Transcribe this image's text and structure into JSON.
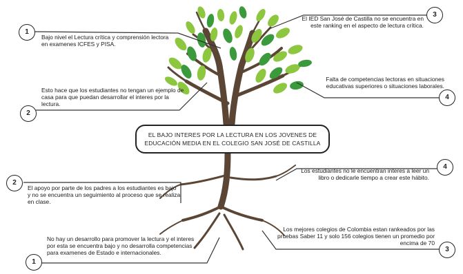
{
  "central_topic": "EL BAJO INTERES POR LA LECTURA EN LOS JOVENES DE EDUCACIÓN MEDIA EN EL COLEGIO SAN JOSÉ DE CASTILLA",
  "branches": [
    {
      "number": "1",
      "text": "Bajo nivel el Lectura crítica y comprensión lectora en examenes ICFES y PISA."
    },
    {
      "number": "2",
      "text": "Esto hace que los estudiantes no tengan un ejemplo de casa para que puedan desarrollar el interes por la lectura."
    },
    {
      "number": "3",
      "text": "El IED San José de Castilla no se encuentra en este ranking en el aspecto de lectura crítica."
    },
    {
      "number": "4",
      "text": "Falta de competencias lectoras en situaciones educativas superiores o situaciones laborales."
    }
  ],
  "roots": [
    {
      "number": "2",
      "text": "El apoyo por parte de los padres a los estudiantes es bajo y no se encuentra un seguimiento al proceso que se realiza en clase."
    },
    {
      "number": "1",
      "text": "No hay un desarrollo para promover la lectura y el interes por esta se encuentra bajo y no desarrolla competencias para examenes de Estado e internacionales."
    },
    {
      "number": "4",
      "text": "Los estudiantes no le encuentran interes a leer un libro o dedicarle tiempo a crear este hábito."
    },
    {
      "number": "3",
      "text": "Los mejores colegios de Colombia estan rankeados por las pruebas Saber 11 y solo 156 colegios tienen un promedio por encima de 70"
    }
  ],
  "colors": {
    "leaf_light": "#8dc63f",
    "leaf_dark": "#3a9a3c",
    "trunk": "#5b4636",
    "line": "#333333"
  }
}
